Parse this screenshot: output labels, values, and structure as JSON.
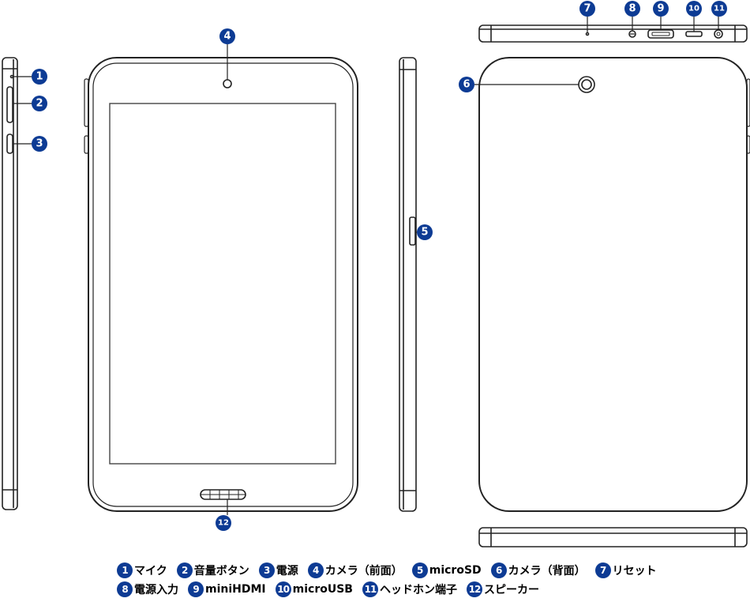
{
  "colors": {
    "badge": "#0d3b94",
    "line": "#222222",
    "screen_border": "#444444"
  },
  "callouts": [
    {
      "num": "1",
      "label": "マイク"
    },
    {
      "num": "2",
      "label": "音量ボタン"
    },
    {
      "num": "3",
      "label": "電源"
    },
    {
      "num": "4",
      "label": "カメラ（前面）"
    },
    {
      "num": "5",
      "label": "microSD"
    },
    {
      "num": "6",
      "label": "カメラ（背面）"
    },
    {
      "num": "7",
      "label": "リセット"
    },
    {
      "num": "8",
      "label": "電源入力"
    },
    {
      "num": "9",
      "label": "miniHDMI"
    },
    {
      "num": "10",
      "label": "microUSB"
    },
    {
      "num": "11",
      "label": "ヘッドホン端子"
    },
    {
      "num": "12",
      "label": "スピーカー"
    }
  ]
}
